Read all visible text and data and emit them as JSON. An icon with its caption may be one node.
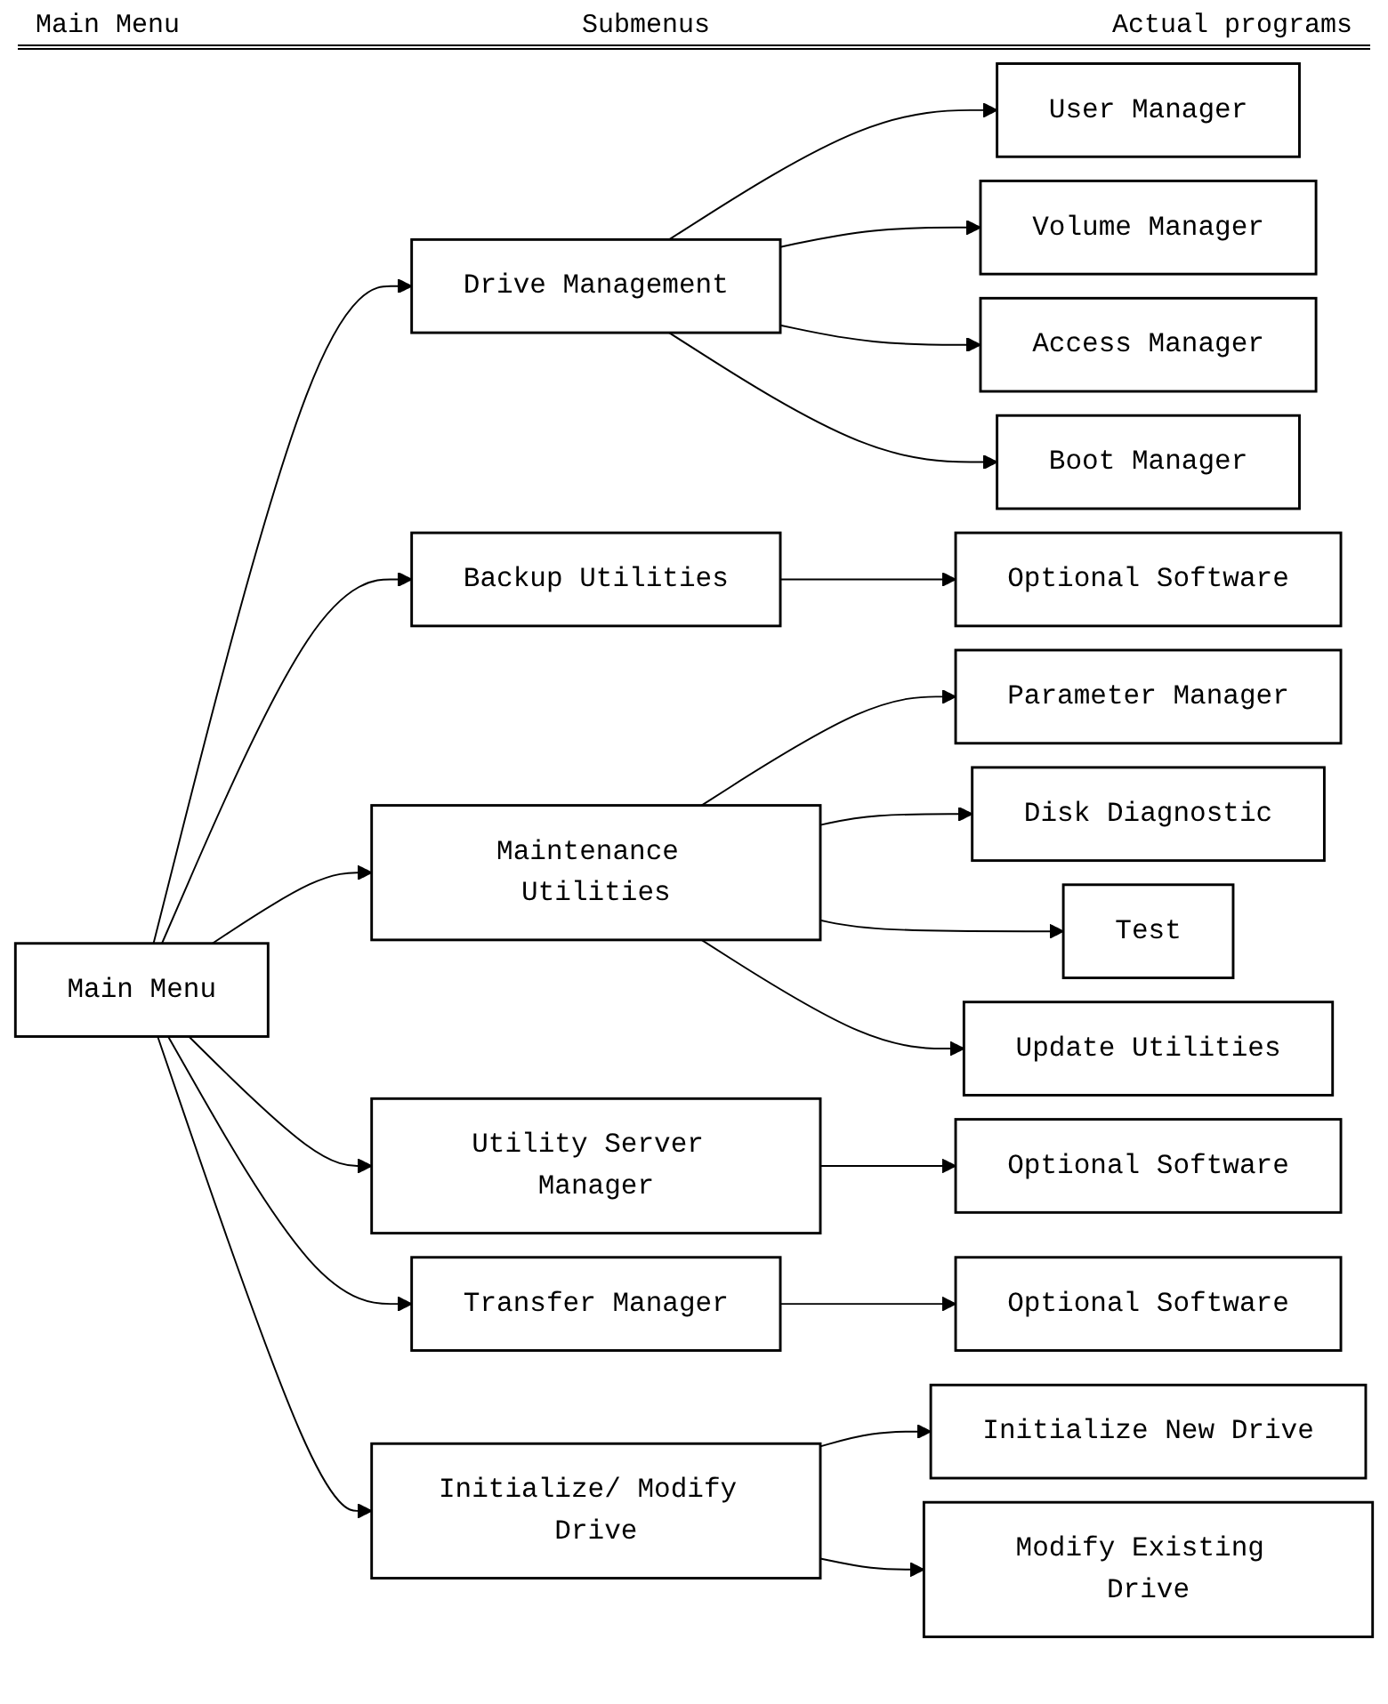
{
  "diagram": {
    "nodes": [
      {
        "text": [
          "Main Menu"
        ]
      },
      {
        "text": [
          "Drive Management"
        ]
      },
      {
        "text": [
          "User Manager"
        ]
      },
      {
        "text": [
          "Volume Manager"
        ]
      },
      {
        "text": [
          "Access Manager"
        ]
      },
      {
        "text": [
          "Boot Manager"
        ]
      },
      {
        "text": [
          "Backup Utilities"
        ]
      },
      {
        "text": [
          "Optional Software"
        ]
      },
      {
        "text": [
          "Maintenance Utilities"
        ]
      },
      {
        "text": [
          "Parameter Manager"
        ]
      },
      {
        "text": [
          "Disk Diagnostic"
        ]
      },
      {
        "text": [
          "Test"
        ]
      },
      {
        "text": [
          "Update Utilities"
        ]
      },
      {
        "text": [
          "Utility Server Manager"
        ]
      },
      {
        "text": [
          "Optional Software"
        ]
      },
      {
        "text": [
          "Transfer Manager"
        ]
      },
      {
        "text": [
          "Optional Software"
        ]
      },
      {
        "text": [
          "Initialize/ Modify Drive"
        ]
      },
      {
        "text": [
          "Initialize New Drive"
        ]
      },
      {
        "text": [
          "Modify Existing Drive"
        ]
      }
    ],
    "edges": [
      {
        "from": 0,
        "to": 1,
        "arrow": "to"
      },
      {
        "from": 0,
        "to": 6,
        "arrow": "to"
      },
      {
        "from": 0,
        "to": 8,
        "arrow": "to"
      },
      {
        "from": 0,
        "to": 13,
        "arrow": "to"
      },
      {
        "from": 0,
        "to": 15,
        "arrow": "to"
      },
      {
        "from": 0,
        "to": 17,
        "arrow": "to"
      },
      {
        "from": 1,
        "to": 2,
        "arrow": "to"
      },
      {
        "from": 1,
        "to": 3,
        "arrow": "to"
      },
      {
        "from": 1,
        "to": 4,
        "arrow": "to"
      },
      {
        "from": 1,
        "to": 5,
        "arrow": "to"
      },
      {
        "from": 6,
        "to": 7,
        "arrow": "to"
      },
      {
        "from": 8,
        "to": 9,
        "arrow": "to"
      },
      {
        "from": 8,
        "to": 10,
        "arrow": "to"
      },
      {
        "from": 8,
        "to": 11,
        "arrow": "to"
      },
      {
        "from": 8,
        "to": 12,
        "arrow": "to"
      },
      {
        "from": 13,
        "to": 14,
        "arrow": "to"
      },
      {
        "from": 15,
        "to": 16,
        "arrow": "to"
      },
      {
        "from": 17,
        "to": 18,
        "arrow": "to"
      },
      {
        "from": 17,
        "to": 19,
        "arrow": "to"
      }
    ],
    "labels": [
      "Main Menu",
      "Submenus",
      "Actual programs"
    ]
  }
}
